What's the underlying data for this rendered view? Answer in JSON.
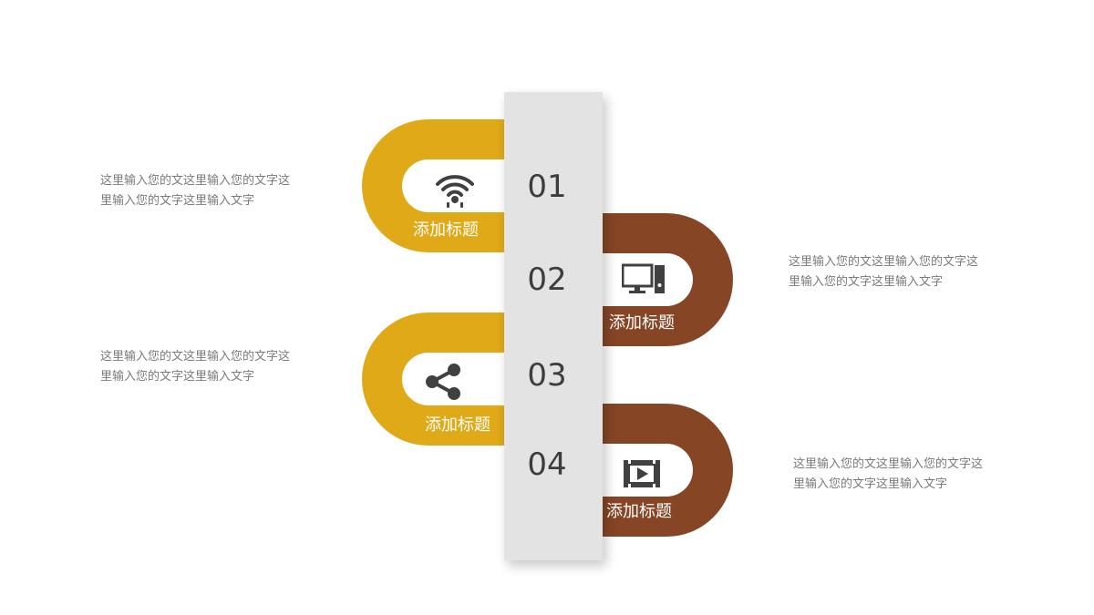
{
  "colors": {
    "gold": "#DFA918",
    "brown": "#864626",
    "strip": "#E3E3E3",
    "icon": "#404040",
    "number": "#3D3D3D",
    "text": "#7A7A7A"
  },
  "steps": [
    {
      "number": "01",
      "title": "添加标题",
      "text": "这里输入您的文这里输入您的文字这\n里输入您的文字这里输入文字",
      "icon": "wifi-icon",
      "color": "gold"
    },
    {
      "number": "02",
      "title": "添加标题",
      "text": "这里输入您的文这里输入您的文字这\n里输入您的文字这里输入文字",
      "icon": "computer-icon",
      "color": "brown"
    },
    {
      "number": "03",
      "title": "添加标题",
      "text": "这里输入您的文这里输入您的文字这\n里输入您的文字这里输入文字",
      "icon": "share-icon",
      "color": "gold"
    },
    {
      "number": "04",
      "title": "添加标题",
      "text": "这里输入您的文这里输入您的文字这\n里输入您的文字这里输入文字",
      "icon": "video-icon",
      "color": "brown"
    }
  ]
}
